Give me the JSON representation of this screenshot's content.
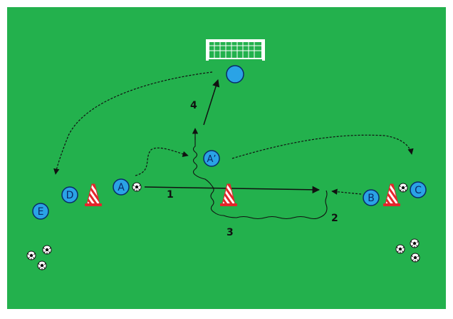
{
  "colors": {
    "pitch": "#23b14d",
    "player_fill": "#2aa3e6",
    "player_stroke": "#0a2a6a",
    "cone_red": "#e4252b",
    "line": "#111111"
  },
  "players": {
    "a": "A",
    "a_prime": "A’",
    "b": "B",
    "c": "C",
    "d": "D",
    "e": "E"
  },
  "steps": {
    "s1": "1",
    "s2": "2",
    "s3": "3",
    "s4": "4"
  },
  "icons": [
    "goal-icon",
    "cone-icon",
    "ball-icon"
  ]
}
